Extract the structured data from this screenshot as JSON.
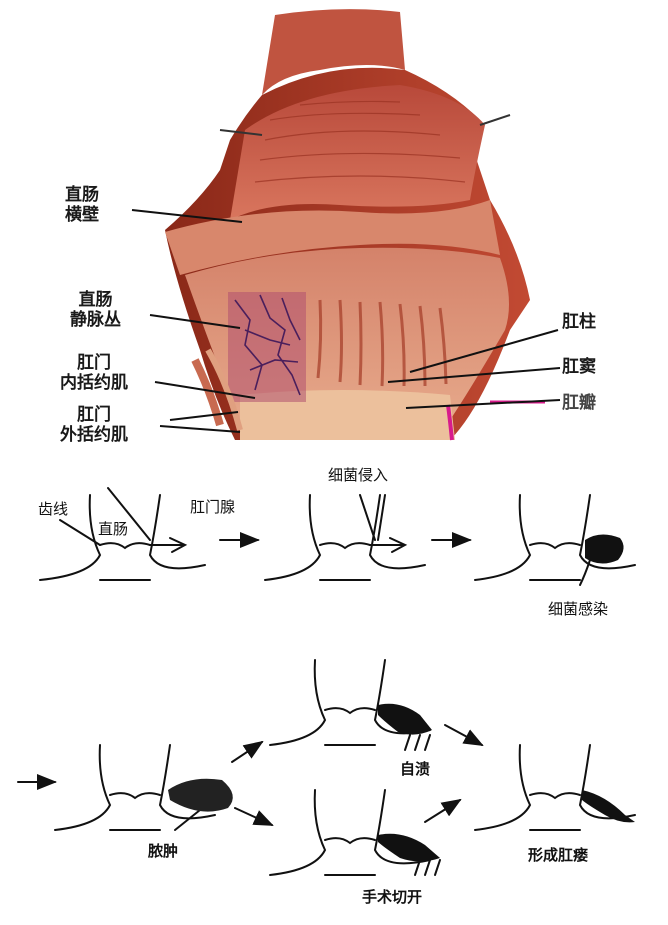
{
  "top_labels": {
    "rectum_transverse_fold": [
      "直肠",
      "横壁"
    ],
    "rectal_venous_plexus": [
      "直肠",
      "静脉丛"
    ],
    "internal_sphincter": [
      "肛门",
      "内括约肌"
    ],
    "external_sphincter": [
      "肛门",
      "外括约肌"
    ],
    "anal_column": "肛柱",
    "anal_sinus": "肛窦",
    "anal_valve": "肛瓣"
  },
  "stage_labels": {
    "dentate_line": "齿线",
    "rectum": "直肠",
    "anal_gland": "肛门腺",
    "bacteria_invasion": "细菌侵入",
    "bacteria_infection": "细菌感染",
    "abscess": "脓肿",
    "self_rupture": "自溃",
    "surgical_incision": "手术切开",
    "fistula_formed": "形成肛瘘"
  },
  "colors": {
    "tissue_dark": "#8f2a1c",
    "tissue_mid": "#c5523d",
    "tissue_light": "#e39a7c",
    "sphincter": "#e8b48f",
    "vein": "#4a1f5c",
    "valve_accent": "#d81b8c"
  }
}
